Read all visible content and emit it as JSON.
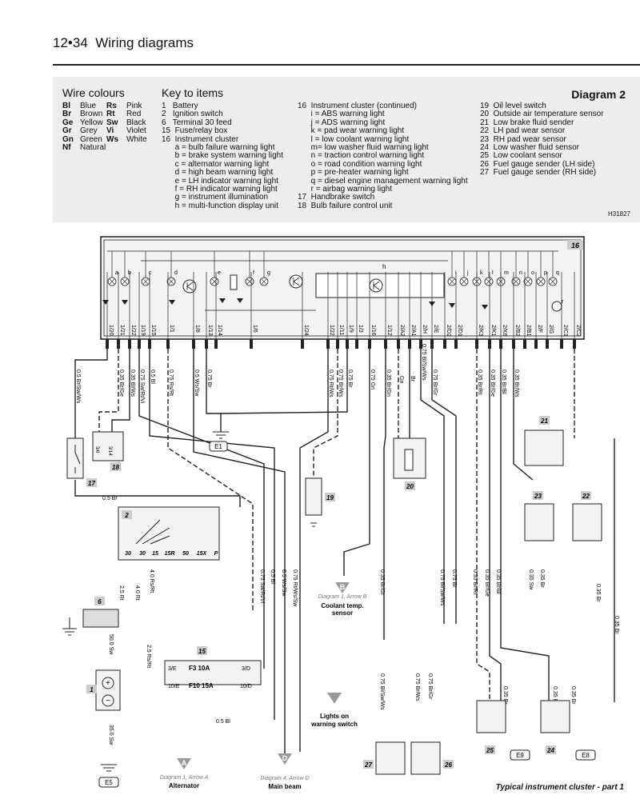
{
  "header": {
    "page": "12•34",
    "title": "Wiring diagrams"
  },
  "key_panel": {
    "wire_colours_title": "Wire colours",
    "wire_colours": [
      [
        "Bl",
        "Blue",
        "Rs",
        "Pink"
      ],
      [
        "Br",
        "Brown",
        "Rt",
        "Red"
      ],
      [
        "Ge",
        "Yellow",
        "Sw",
        "Black"
      ],
      [
        "Gr",
        "Grey",
        "Vi",
        "Violet"
      ],
      [
        "Gn",
        "Green",
        "Ws",
        "White"
      ],
      [
        "Nf",
        "Natural",
        "",
        ""
      ]
    ],
    "key_title": "Key to items",
    "diagram_title": "Diagram 2",
    "key_col1": [
      "1   Battery",
      "2   Ignition switch",
      "6   Terminal 30 feed",
      "15  Fuse/relay box",
      "16  Instrument cluster",
      "      a = bulb failure warning light",
      "      b = brake system warning light",
      "      c = alternator warning light",
      "      d = high beam warning light",
      "      e = LH indicator warning light",
      "      f = RH indicator warning light",
      "      g = instrument illumination",
      "      h = multi-function display unit"
    ],
    "key_col2": [
      "16  Instrument cluster (continued)",
      "      i = ABS warning light",
      "      j = ADS warning light",
      "      k = pad wear warning light",
      "      l = low coolant warning light",
      "      m= low washer fluid warning light",
      "      n = traction control warning light",
      "      o = road condition warning light",
      "      p = pre-heater warning light",
      "      q = diesel engine management warning light",
      "      r = airbag warning light",
      "17  Handbrake switch",
      "18  Bulb failure control unit"
    ],
    "key_col3": [
      "19  Oil level switch",
      "20  Outside air temperature sensor",
      "21  Low brake fluid sender",
      "22  LH pad wear sensor",
      "23  RH pad wear sensor",
      "24  Low washer fluid sensor",
      "25  Low coolant sensor",
      "26  Fuel gauge sender (LH side)",
      "27  Fuel gauge sender (RH side)"
    ],
    "ref_code": "H31827"
  },
  "diagram": {
    "cluster_label": "16",
    "lamp_letters": [
      "a",
      "b",
      "c",
      "d",
      "e",
      "f",
      "g",
      "h",
      "i",
      "j",
      "k",
      "l",
      "m",
      "n",
      "o",
      "p",
      "q",
      "r"
    ],
    "pins": [
      "1/20",
      "1/21",
      "1/22",
      "1/19",
      "1/15",
      "1/1",
      "1/8",
      "1/13",
      "1/14",
      "1/6",
      "1/24",
      "1/22",
      "1/11",
      "1/9",
      "1/3",
      "1/16",
      "1/12",
      "2/A2",
      "2/A1",
      "2/H",
      "2/E",
      "2/D2",
      "2/D1",
      "2/K3",
      "2/K1",
      "2/K6",
      "2/B2",
      "2/B1",
      "2/F",
      "2/G",
      "2/C1",
      "2/C2"
    ],
    "wires": [
      "0.5 Br/Sw/Ws",
      "0.35 Br/Ge",
      "0.35 Bl/Ws",
      "0.75 Sw/Rt/Vi",
      "0.5 Bl",
      "0.75 Rs/Rt",
      "0.5 Ws/Sw",
      "0.75 Br",
      "0.75 Rt/Ws",
      "0.75 Br/Ws",
      "0.75 Br",
      "0.75 Gn",
      "0.35 Br/Gn",
      "Gn",
      "Br",
      "0.75 Bl/Sw/Ws",
      "0.75 Br/Gr",
      "0.35 Br/Rt",
      "0.35 Br/Ge",
      "0.35 Br/Bl",
      "0.35 Br/Ws",
      "0.5 Br",
      "2.5 Rt",
      "4.0 Rt",
      "4.0 Rs/Rt",
      "2.5 Rs/Rt",
      "50.0 Sw",
      "35.0 Sw",
      "0.35 Sw",
      "0.35 Br",
      "0.5 Bl",
      "0.35 Br/Gr",
      "0.75 Bl/Sw/Ws",
      "0.75 Br/Ws",
      "0.75 Br/Gr",
      "0.35 Br",
      "0.75 Sw/Rt/Vi",
      "0.75 Rt/Ws/Sw",
      "0.5 Ws/Sw"
    ],
    "switch_terminals": [
      "30",
      "30",
      "15",
      "15R",
      "50",
      "15X",
      "P"
    ],
    "fuses": [
      "F3 10A",
      "F10 15A"
    ],
    "fuse_terms": [
      "3/E",
      "3/D",
      "10/E",
      "10/D"
    ],
    "items": [
      "1",
      "2",
      "6",
      "15",
      "17",
      "18",
      "19",
      "20",
      "21",
      "22",
      "23",
      "24",
      "25",
      "26",
      "27"
    ],
    "earths": [
      "E1",
      "E5",
      "E8",
      "E9"
    ],
    "pins18": [
      "3/6",
      "3/14"
    ],
    "arrows": [
      {
        "letter": "A",
        "ref": "Diagram 1, Arrow A",
        "label": "Alternator"
      },
      {
        "letter": "B",
        "ref": "Diagram 1, Arrow B",
        "label": "Coolant temp.\nsensor"
      },
      {
        "letter": "D",
        "ref": "Diagram 4, Arrow D",
        "label": "Main beam"
      },
      {
        "letter": "",
        "ref": "",
        "label": "Lights on\nwarning switch"
      }
    ],
    "caption": "Typical instrument cluster - part 1"
  }
}
